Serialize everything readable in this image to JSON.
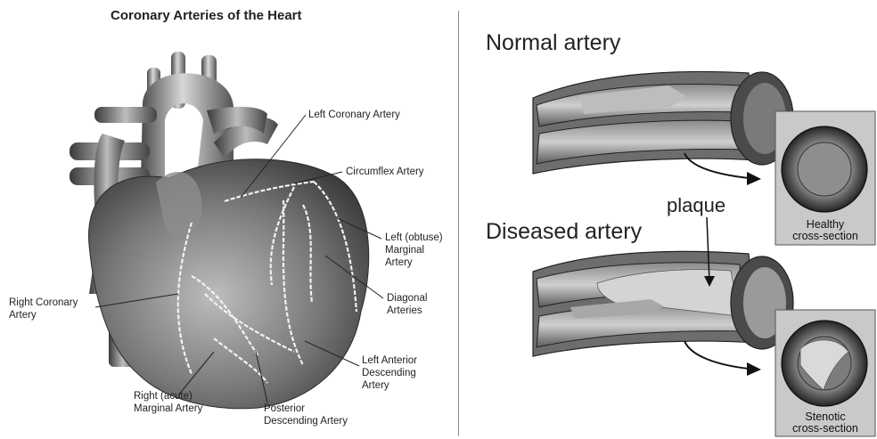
{
  "left": {
    "title": "Coronary Arteries of the Heart",
    "labels": {
      "left_coronary": "Left Coronary Artery",
      "circumflex": "Circumflex Artery",
      "left_marginal": [
        "Left (obtuse)",
        "Marginal",
        "Artery"
      ],
      "right_coronary": [
        "Right Coronary",
        "Artery"
      ],
      "diagonal": [
        "Diagonal",
        "Arteries"
      ],
      "lad": [
        "Left Anterior",
        "Descending",
        "Artery"
      ],
      "right_marginal": [
        "Right (acute)",
        "Marginal Artery"
      ],
      "posterior": [
        "Posterior",
        "Descending Artery"
      ]
    }
  },
  "right": {
    "normal_title": "Normal artery",
    "diseased_title": "Diseased artery",
    "plaque_label": "plaque",
    "healthy_caption": [
      "Healthy",
      "cross-section"
    ],
    "stenotic_caption": [
      "Stenotic",
      "cross-section"
    ]
  },
  "colors": {
    "heart_dark": "#3a3a3a",
    "heart_light": "#c8c8c8",
    "artery_wall": "#5a5a5a",
    "box_bg": "#c9c9c9"
  }
}
